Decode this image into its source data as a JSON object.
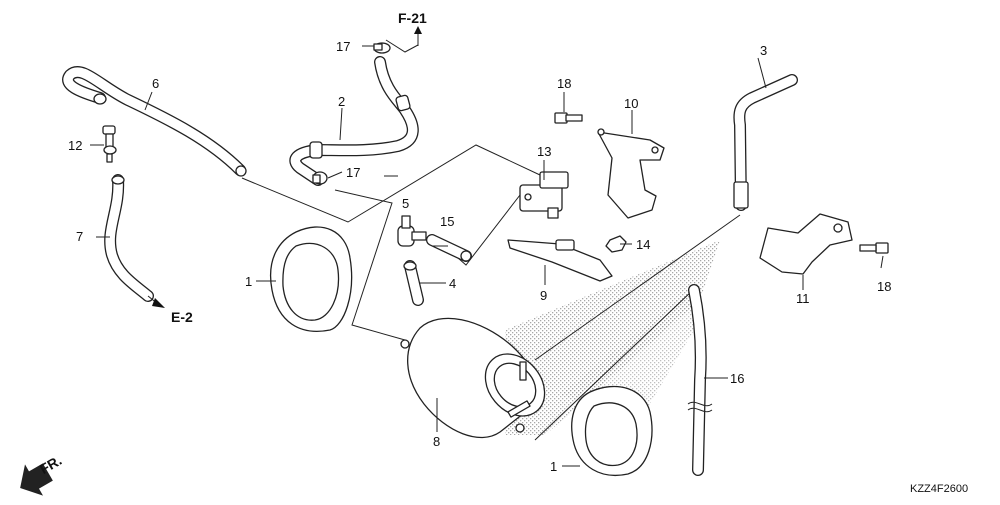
{
  "diagram": {
    "drawing_code": "KZZ4F2600",
    "refs": {
      "top": "F-21",
      "left": "E-2",
      "front": "FR."
    },
    "callouts": {
      "c1a": "1",
      "c1b": "1",
      "c2": "2",
      "c3": "3",
      "c4": "4",
      "c5": "5",
      "c6": "6",
      "c7": "7",
      "c8": "8",
      "c9": "9",
      "c10": "10",
      "c11": "11",
      "c12": "12",
      "c13": "13",
      "c14": "14",
      "c15": "15",
      "c16": "16",
      "c17a": "17",
      "c17b": "17",
      "c18a": "18",
      "c18b": "18"
    }
  }
}
